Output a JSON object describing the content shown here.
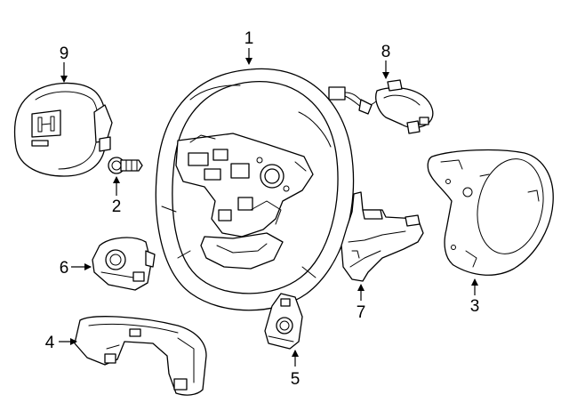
{
  "diagram": {
    "callouts": [
      {
        "id": "wheel",
        "number": "1"
      },
      {
        "id": "bolt",
        "number": "2"
      },
      {
        "id": "rear-cover",
        "number": "3"
      },
      {
        "id": "lower-cover",
        "number": "4"
      },
      {
        "id": "switch-left",
        "number": "5"
      },
      {
        "id": "switch-right",
        "number": "6"
      },
      {
        "id": "garnish",
        "number": "7"
      },
      {
        "id": "harness",
        "number": "8"
      },
      {
        "id": "airbag",
        "number": "9"
      }
    ],
    "colors": {
      "line": "#000000",
      "background": "#ffffff"
    }
  }
}
